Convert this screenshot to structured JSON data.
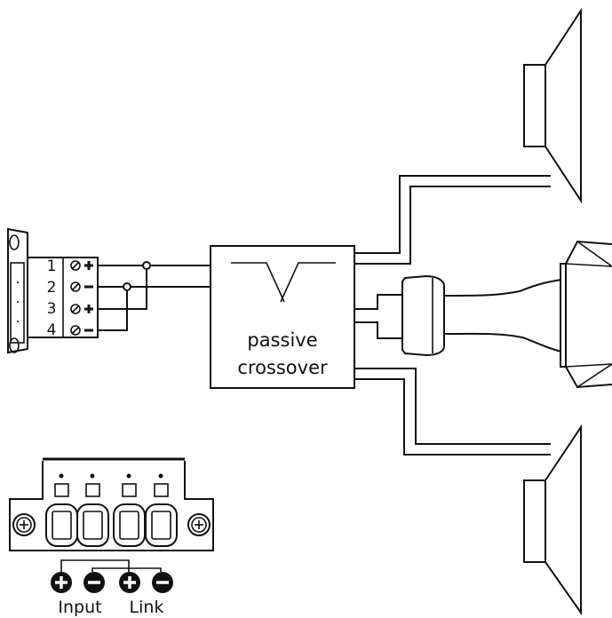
{
  "diagram": {
    "crossover_label_line1": "passive",
    "crossover_label_line2": "crossover",
    "terminal_numbers": [
      "1",
      "2",
      "3",
      "4"
    ],
    "connector_labels": {
      "input": "Input",
      "link": "Link"
    }
  }
}
